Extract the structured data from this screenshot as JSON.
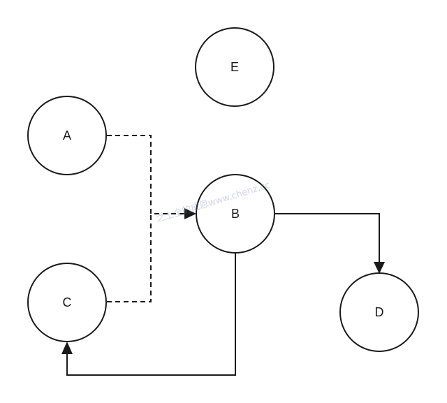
{
  "diagram": {
    "nodes": [
      {
        "id": "A",
        "label": "A"
      },
      {
        "id": "B",
        "label": "B"
      },
      {
        "id": "C",
        "label": "C"
      },
      {
        "id": "D",
        "label": "D"
      },
      {
        "id": "E",
        "label": "E"
      }
    ],
    "edges": [
      {
        "from": "A",
        "to": "B",
        "style": "dashed"
      },
      {
        "from": "C",
        "to": "B",
        "style": "dashed"
      },
      {
        "from": "B",
        "to": "D",
        "style": "solid"
      },
      {
        "from": "B",
        "to": "C",
        "style": "solid"
      }
    ],
    "watermark": "之上全的成恩www.chenz.cc"
  }
}
